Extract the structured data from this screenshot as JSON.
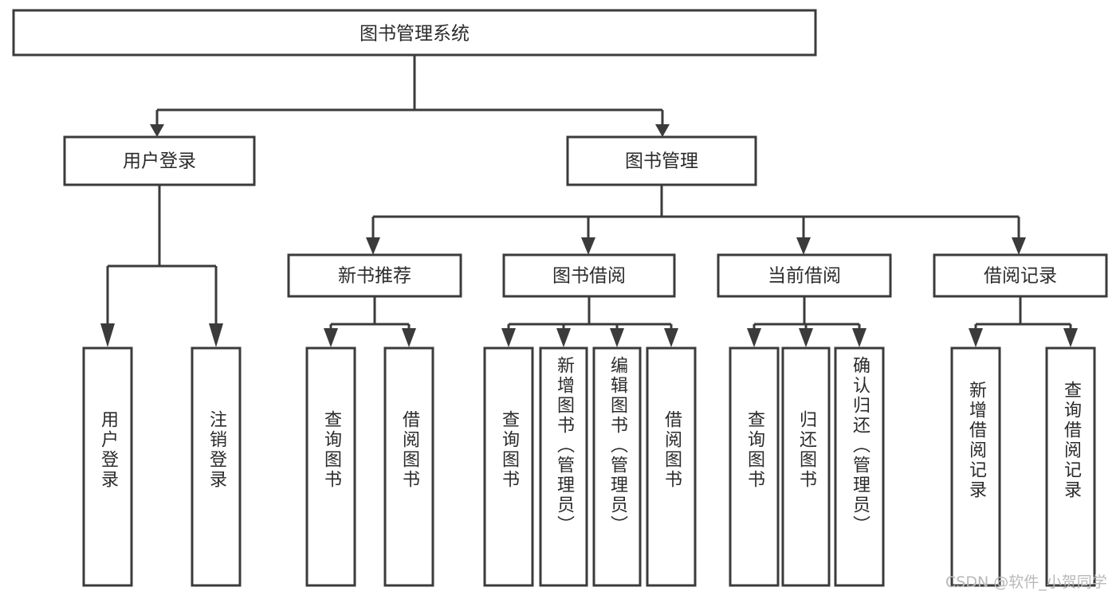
{
  "diagram": {
    "title": "图书管理系统",
    "type": "tree-hierarchy-diagram",
    "colors": {
      "stroke": "#3b3b3b",
      "fill": "#ffffff",
      "text": "#2b2b2b",
      "watermark": "#b9b9b9",
      "background": "#ffffff"
    },
    "root": {
      "label": "图书管理系统"
    },
    "level2": [
      {
        "label": "用户登录"
      },
      {
        "label": "图书管理"
      }
    ],
    "level3": [
      {
        "label": "新书推荐"
      },
      {
        "label": "图书借阅"
      },
      {
        "label": "当前借阅"
      },
      {
        "label": "借阅记录"
      }
    ],
    "leaves": {
      "user_login": [
        {
          "label": "用户登录"
        },
        {
          "label": "注销登录"
        }
      ],
      "new_book_recommend": [
        {
          "label": "查询图书"
        },
        {
          "label": "借阅图书"
        }
      ],
      "book_borrow": [
        {
          "label": "查询图书"
        },
        {
          "label": "新增图书（管理员）"
        },
        {
          "label": "编辑图书（管理员）"
        },
        {
          "label": "借阅图书"
        }
      ],
      "current_borrow": [
        {
          "label": "查询图书"
        },
        {
          "label": "归还图书"
        },
        {
          "label": "确认归还（管理员）"
        }
      ],
      "borrow_record": [
        {
          "label": "新增借阅记录"
        },
        {
          "label": "查询借阅记录"
        }
      ]
    },
    "watermark": "CSDN @软件_小贺同学"
  }
}
